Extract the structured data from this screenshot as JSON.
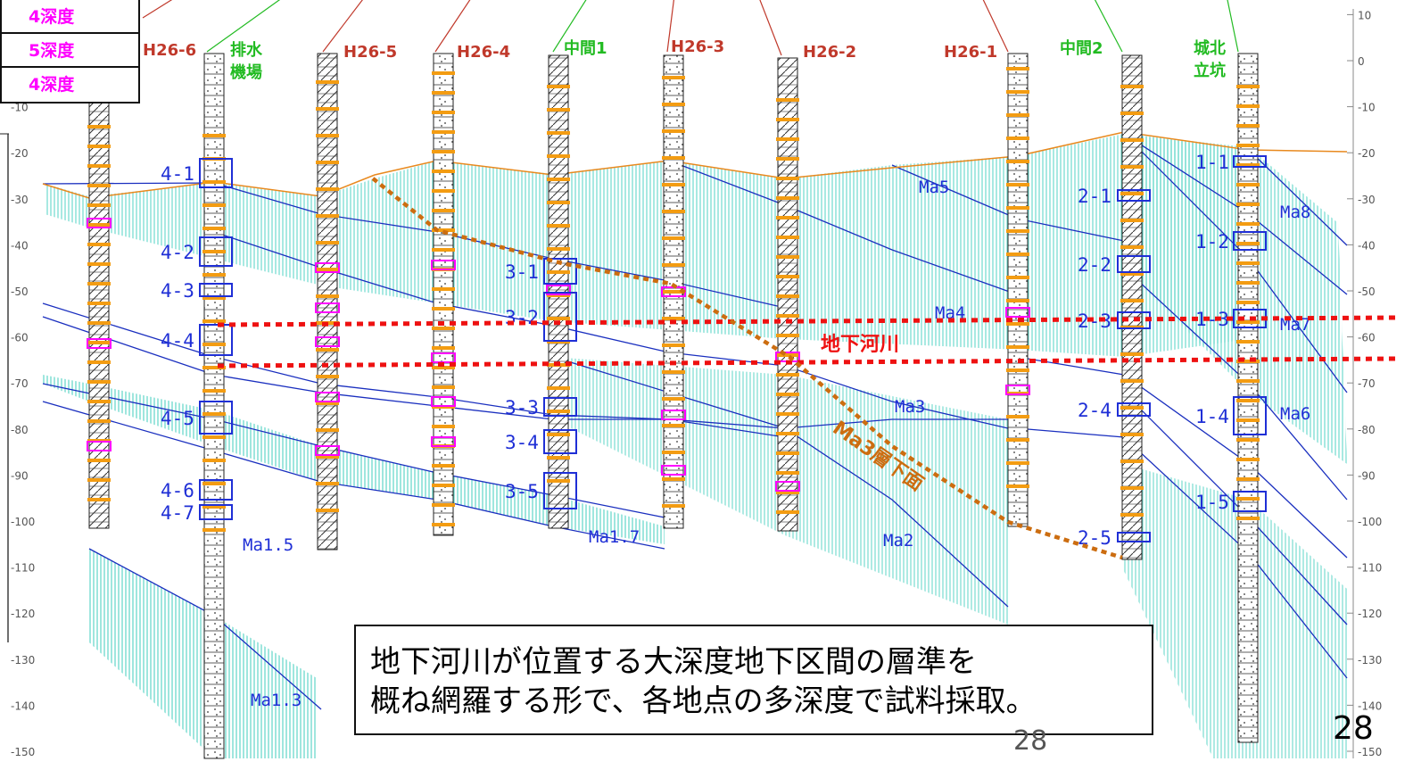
{
  "legend": {
    "rows": [
      "4深度",
      "5深度",
      "4深度"
    ],
    "color": "#ff00ff"
  },
  "depth_axis": {
    "ticks": [
      "10",
      "0",
      "-10",
      "-20",
      "-30",
      "-40",
      "-50",
      "-60",
      "-70",
      "-80",
      "-90",
      "-100",
      "-110",
      "-120",
      "-130",
      "-140",
      "-150"
    ],
    "left_ticks": [
      "-10",
      "-20",
      "-30",
      "-40",
      "-50",
      "-60",
      "-70",
      "-80",
      "-90",
      "-100",
      "-110",
      "-120",
      "-130",
      "-140",
      "-150"
    ]
  },
  "boreholes": [
    {
      "name": "H26-6",
      "color": "#c0392b"
    },
    {
      "name": "排水",
      "name2": "機場",
      "color": "#22bb22"
    },
    {
      "name": "H26-5",
      "color": "#c0392b"
    },
    {
      "name": "H26-4",
      "color": "#c0392b"
    },
    {
      "name": "中間1",
      "color": "#22bb22"
    },
    {
      "name": "H26-3",
      "color": "#c0392b"
    },
    {
      "name": "H26-2",
      "color": "#c0392b"
    },
    {
      "name": "H26-1",
      "color": "#c0392b"
    },
    {
      "name": "中間2",
      "color": "#22bb22"
    },
    {
      "name": "城北",
      "name2": "立坑",
      "color": "#22bb22"
    }
  ],
  "samples": {
    "group4": [
      "4-1",
      "4-2",
      "4-3",
      "4-4",
      "4-5",
      "4-6",
      "4-7"
    ],
    "group3": [
      "3-1",
      "3-2",
      "3-3",
      "3-4",
      "3-5"
    ],
    "group2": [
      "2-1",
      "2-2",
      "2-3",
      "2-4",
      "2-5"
    ],
    "group1": [
      "1-1",
      "1-2",
      "1-3",
      "1-4",
      "1-5"
    ]
  },
  "layers": [
    "Ma5",
    "Ma8",
    "Ma4",
    "Ma7",
    "Ma3",
    "Ma6",
    "Ma2",
    "Ma1.7",
    "Ma1.5",
    "Ma1.3"
  ],
  "annotations": {
    "river": "地下河川",
    "ma3_base": "Ma3層下面"
  },
  "caption": {
    "line1": "地下河川が位置する大深度地下区間の層準を",
    "line2": "概ね網羅する形で、各地点の多深度で試料採取。"
  },
  "slide_number": "28",
  "slide_number_ghost": "28",
  "colors": {
    "label_blue": "#1f2fd6",
    "line_blue": "#1a2fbf",
    "hatch": "#5fd6c8",
    "river_red": "#ee1111",
    "orange": "#cc6d10",
    "red_label": "#c0392b",
    "green_label": "#22bb22"
  }
}
